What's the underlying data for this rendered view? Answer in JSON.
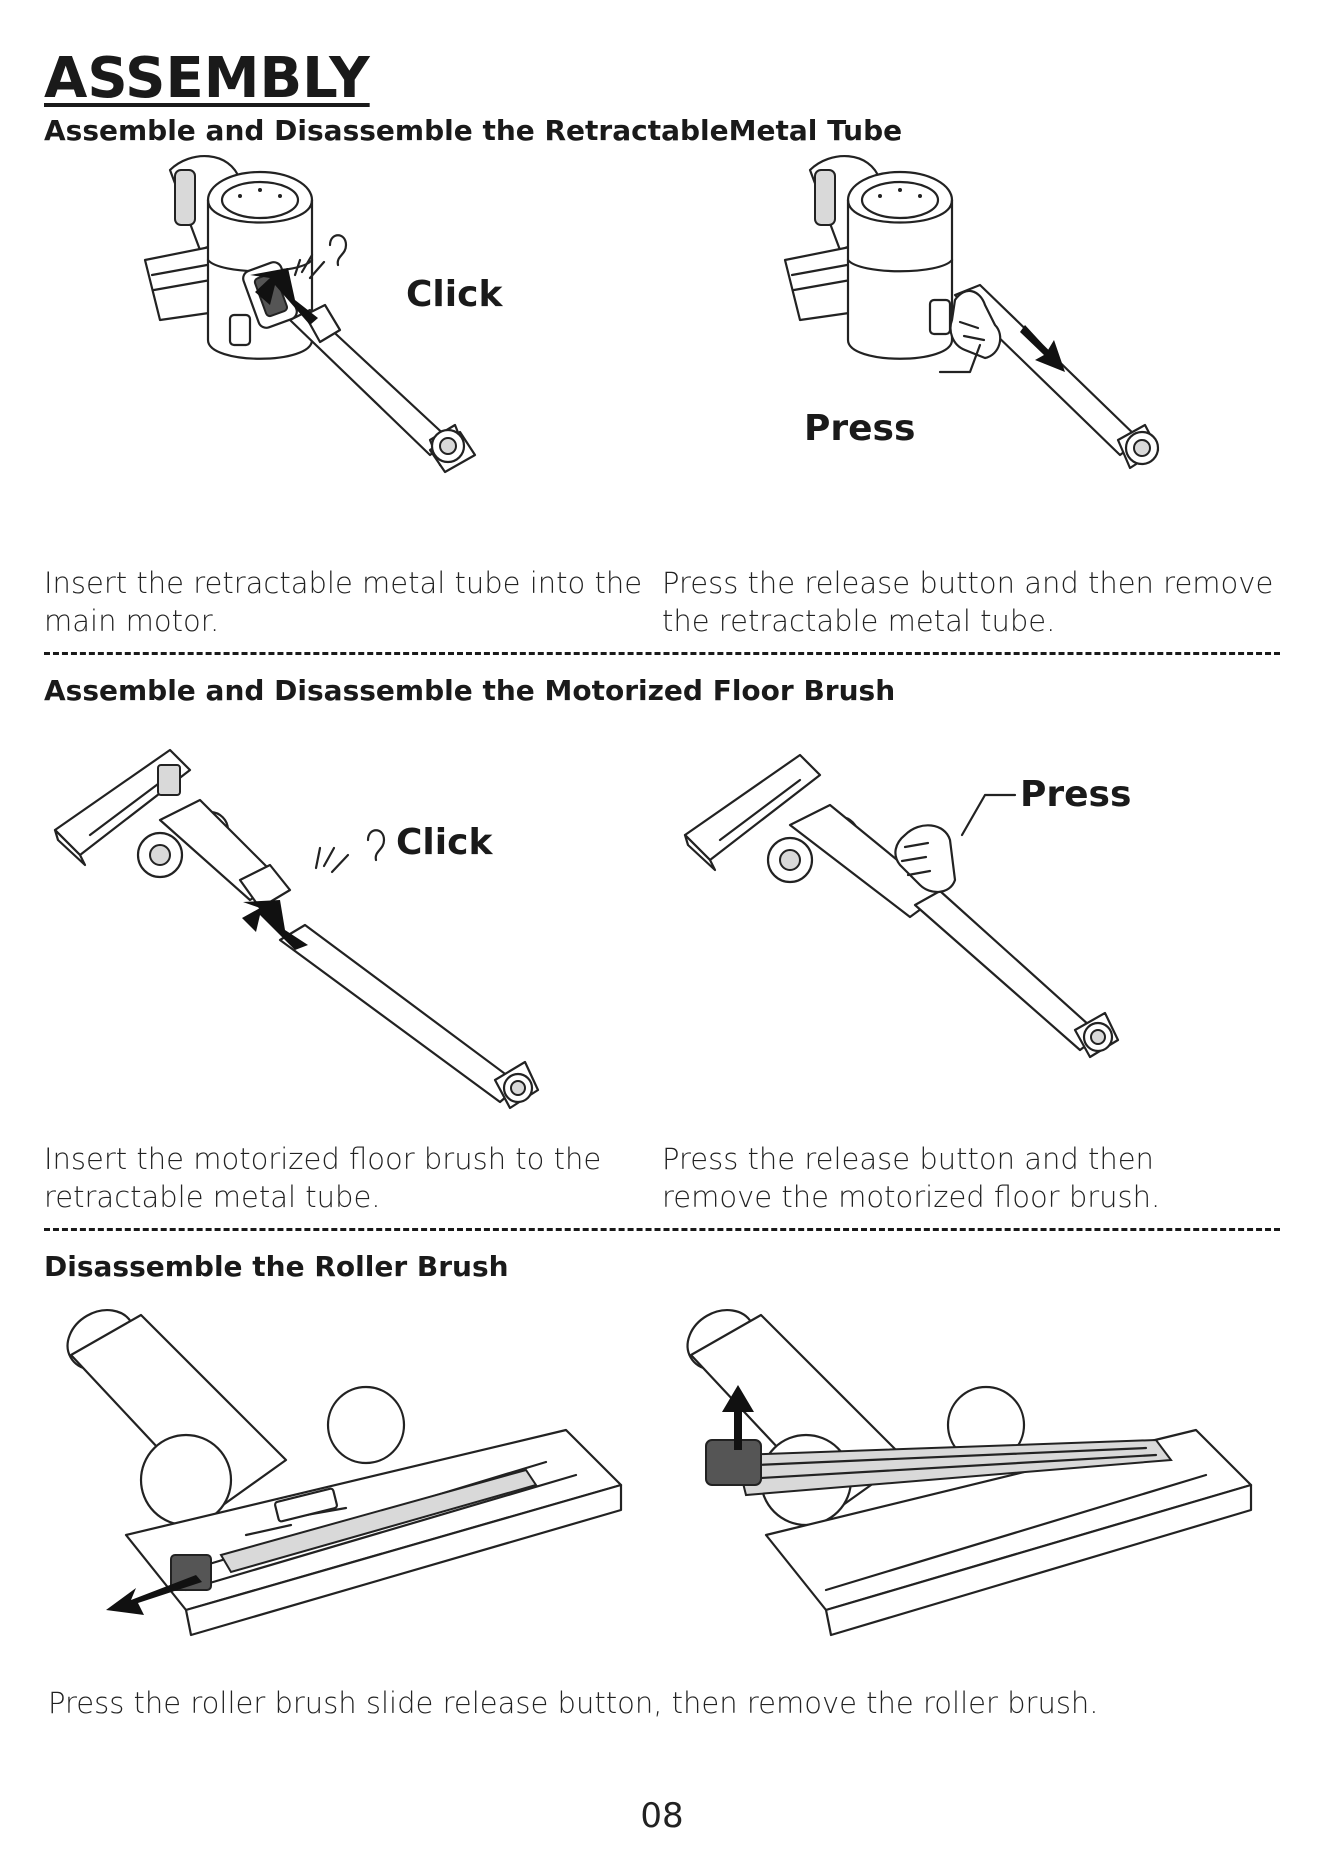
{
  "page": {
    "title": "ASSEMBLY",
    "page_number": "08"
  },
  "sections": [
    {
      "heading": "Assemble and Disassemble the RetractableMetal Tube",
      "steps": [
        {
          "caption_line1": "Insert the retractable metal tube into the",
          "caption_line2": "main motor.",
          "callout": "Click"
        },
        {
          "caption_line1": "Press the release button and then remove",
          "caption_line2": "the retractable metal tube.",
          "callout": "Press"
        }
      ]
    },
    {
      "heading": "Assemble and Disassemble the Motorized Floor Brush",
      "steps": [
        {
          "caption_line1": "Insert the motorized floor brush to the",
          "caption_line2": "retractable metal tube.",
          "callout": "Click"
        },
        {
          "caption_line1": "Press the release button and then",
          "caption_line2": "remove the motorized floor brush.",
          "callout": "Press"
        }
      ]
    },
    {
      "heading": "Disassemble the Roller Brush",
      "caption": "Press the roller brush slide release button, then remove the roller brush."
    }
  ],
  "icons": {
    "hearing": "ear-icon",
    "press": "hand-press-icon",
    "direction": "arrow-icon"
  }
}
